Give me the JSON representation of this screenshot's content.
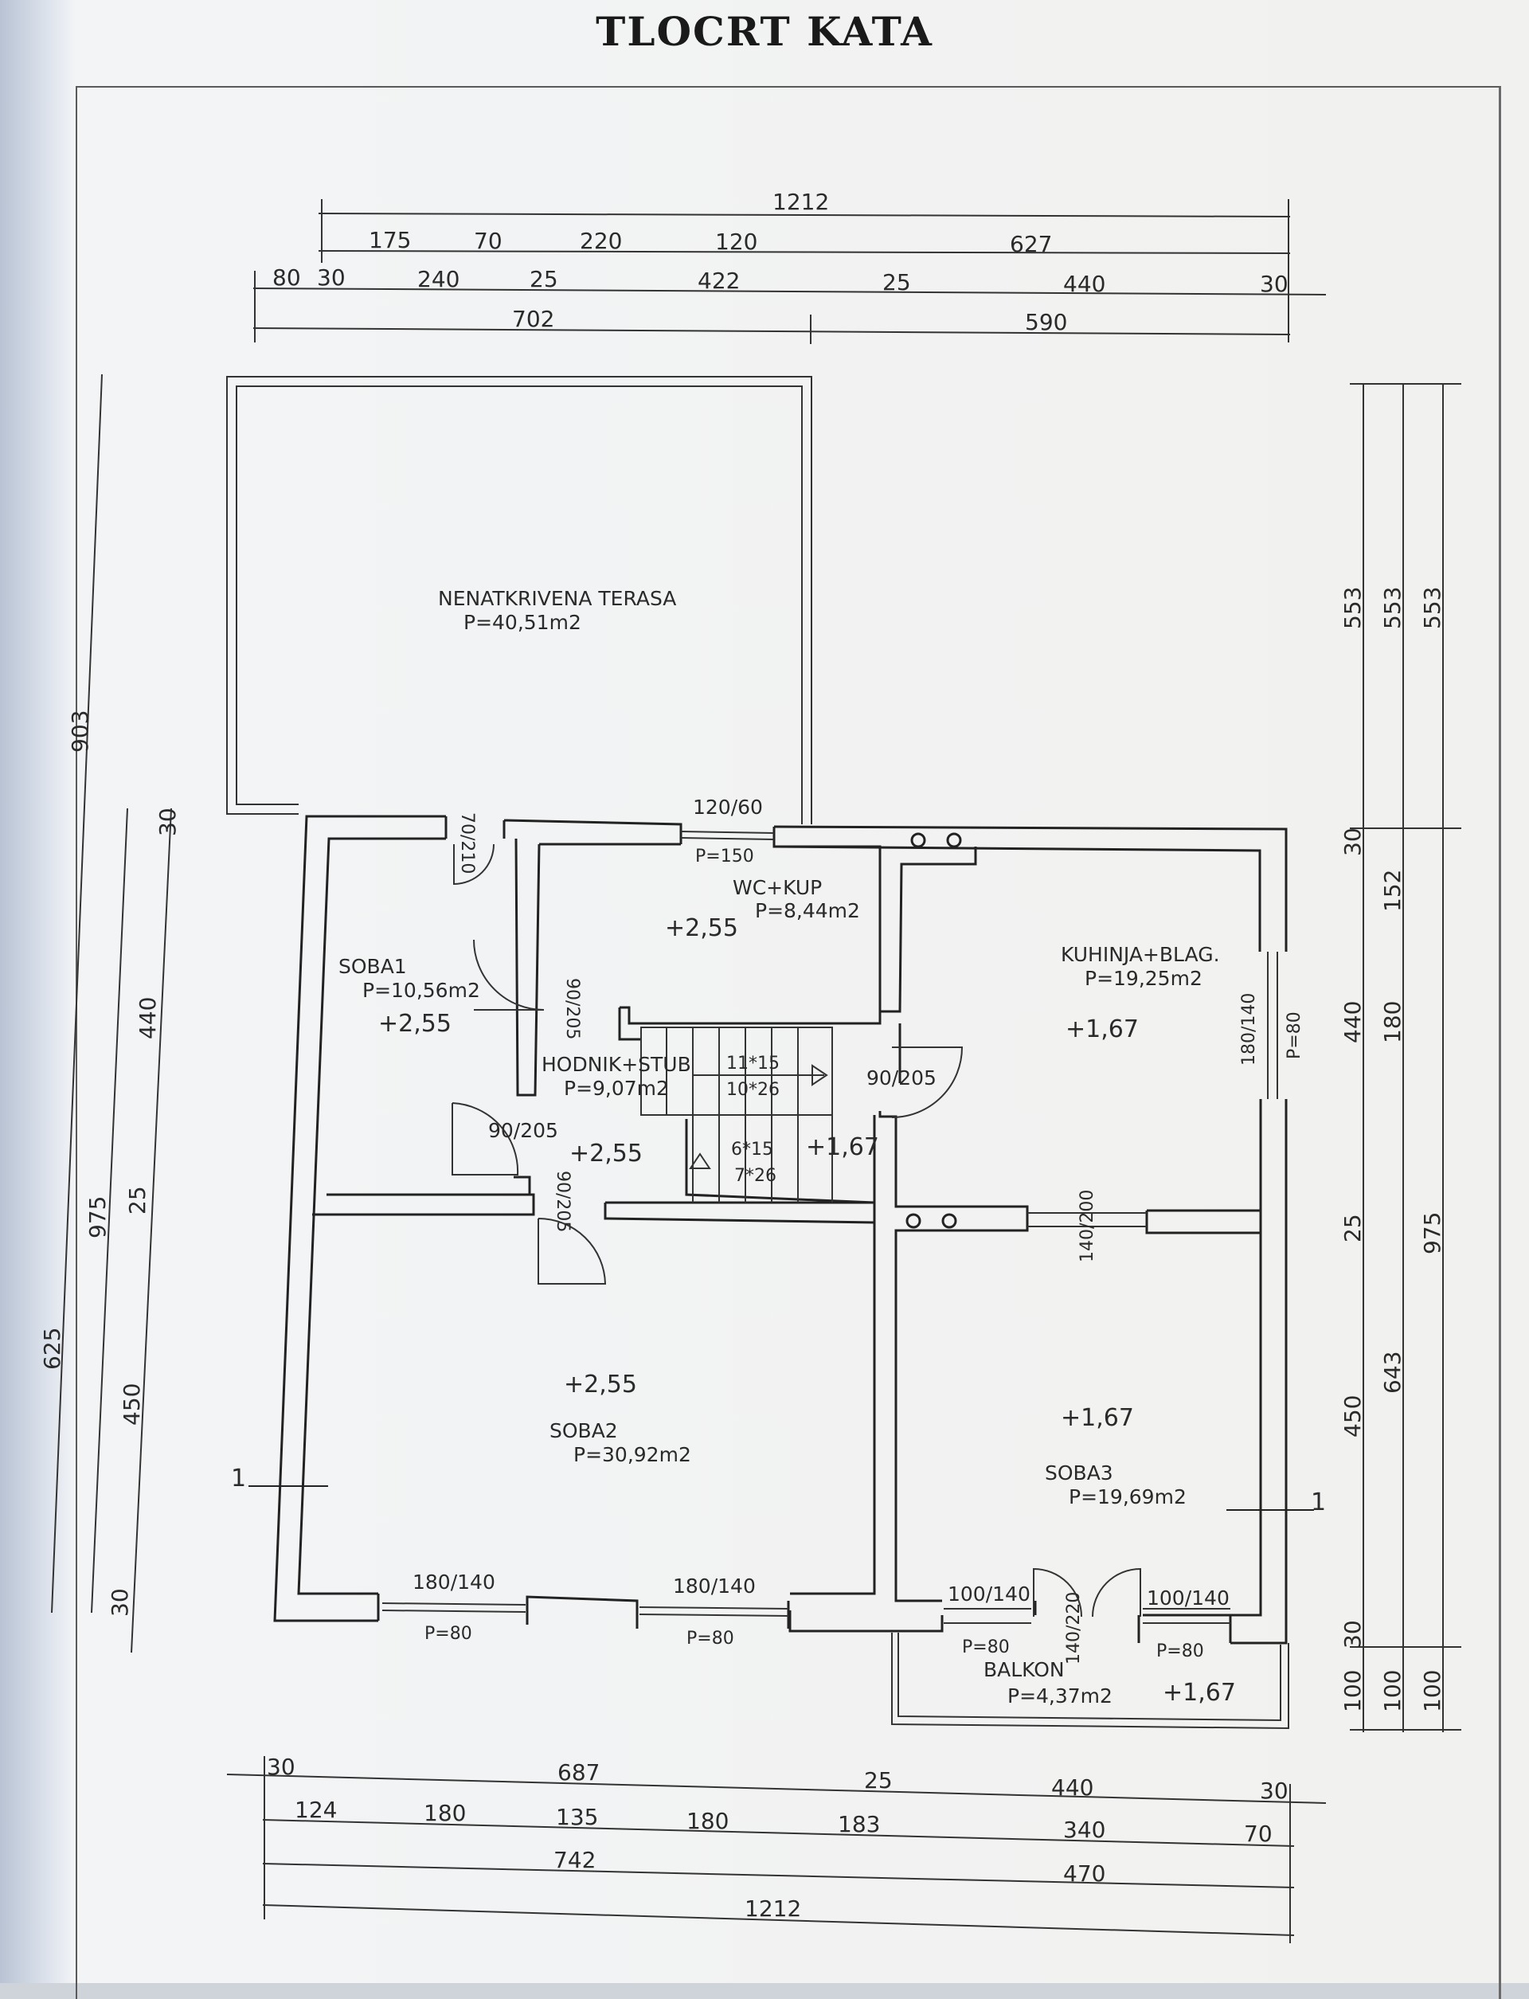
{
  "title": "TLOCRT KATA",
  "rooms": {
    "terasa": {
      "name": "NENATKRIVENA  TERASA",
      "area": "P=40,51m2"
    },
    "wc": {
      "name": "WC+KUP",
      "area": "P=8,44m2",
      "level": "+2,55"
    },
    "soba1": {
      "name": "SOBA1",
      "area": "P=10,56m2",
      "level": "+2,55"
    },
    "kuhinja": {
      "name": "KUHINJA+BLAG.",
      "area": "P=19,25m2",
      "level": "+1,67"
    },
    "hodnik": {
      "name": "HODNIK+STUB",
      "area": "P=9,07m2",
      "level": "+2,55",
      "level2": "+1,67"
    },
    "soba2": {
      "name": "SOBA2",
      "area": "P=30,92m2",
      "level": "+2,55"
    },
    "soba3": {
      "name": "SOBA3",
      "area": "P=19,69m2",
      "level": "+1,67"
    },
    "balkon": {
      "name": "BALKON",
      "area": "P=4,37m2",
      "level": "+1,67"
    }
  },
  "openings": {
    "o1": "120/60",
    "o1p": "P=150",
    "d_soba1": "70/210",
    "d_wc": "90/205",
    "d_kuhinja": "90/205",
    "d_soba1b": "90/205",
    "d_soba2": "90/205",
    "w_kuhinja": "180/140",
    "w_kuhinja_p": "P=80",
    "d_kuh_soba3": "140/200",
    "w_soba2a": "180/140",
    "w_soba2a_p": "P=80",
    "w_soba2b": "180/140",
    "w_soba2b_p": "P=80",
    "w_soba3a": "100/140",
    "w_soba3a_p": "P=80",
    "d_balkon": "140/220",
    "w_soba3b": "100/140",
    "w_soba3b_p": "P=80"
  },
  "stairs": {
    "s1": "11*15",
    "s2": "10*26",
    "s3": "6*15",
    "s4": "7*26"
  },
  "section": {
    "left": "1",
    "right": "1"
  },
  "dims_top": {
    "r1": [
      "1212"
    ],
    "r2": [
      "175",
      "70",
      "220",
      "120",
      "627"
    ],
    "r3": [
      "80",
      "30",
      "240",
      "25",
      "422",
      "25",
      "440",
      "30"
    ],
    "r4": [
      "702",
      "590"
    ]
  },
  "dims_bottom": {
    "r1": [
      "30",
      "687",
      "25",
      "440",
      "30"
    ],
    "r2": [
      "124",
      "180",
      "135",
      "180",
      "183",
      "340",
      "70"
    ],
    "r3": [
      "742",
      "470"
    ],
    "r4": [
      "1212"
    ]
  },
  "dims_left": {
    "c1": [
      "625"
    ],
    "c2": [
      "903",
      "975"
    ],
    "c3": [
      "440",
      "450"
    ],
    "c4": [
      "30",
      "25",
      "30"
    ]
  },
  "dims_right": {
    "c1": [
      "553",
      "30",
      "440",
      "25",
      "450",
      "30",
      "100"
    ],
    "c2": [
      "553",
      "152",
      "180",
      "643",
      "100"
    ],
    "c3": [
      "553",
      "975",
      "100"
    ]
  }
}
